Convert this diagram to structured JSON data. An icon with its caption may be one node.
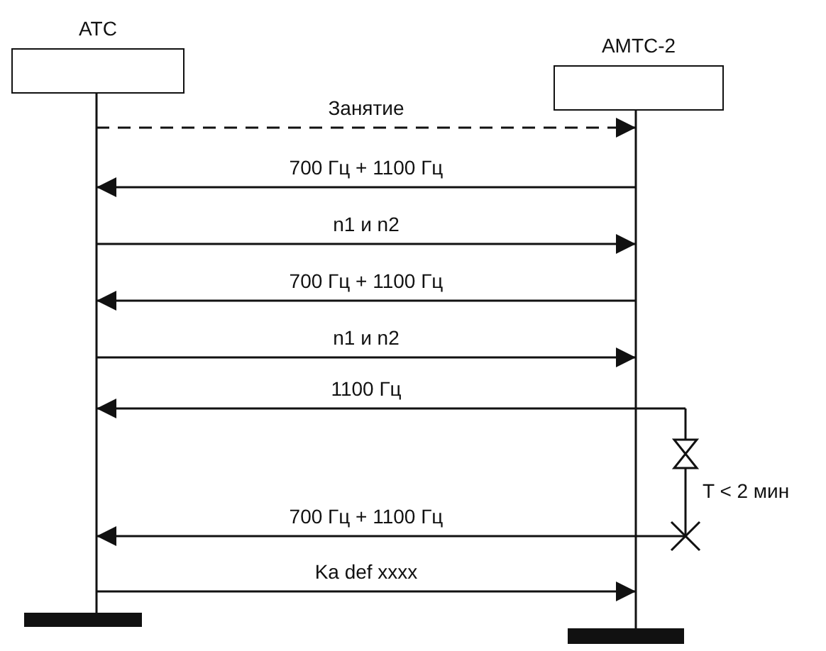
{
  "diagram": {
    "nodes": [
      {
        "text": [
          "АТС"
        ]
      },
      {
        "text": [
          "АМТС-2"
        ]
      }
    ],
    "edges": [
      {
        "from": 0,
        "to": 1,
        "arrow": "to",
        "label": "Занятие",
        "style": "dashed"
      },
      {
        "from": 1,
        "to": 0,
        "arrow": "to",
        "label": "700 Гц + 1100 Гц"
      },
      {
        "from": 0,
        "to": 1,
        "arrow": "to",
        "label": "n1 и n2"
      },
      {
        "from": 1,
        "to": 0,
        "arrow": "to",
        "label": "700 Гц + 1100 Гц"
      },
      {
        "from": 0,
        "to": 1,
        "arrow": "to",
        "label": "n1 и n2"
      },
      {
        "from": 1,
        "to": 0,
        "arrow": "to",
        "label": "1100 Гц"
      },
      {
        "from": 1,
        "to": 0,
        "arrow": "to",
        "label": "700 Гц + 1100 Гц"
      },
      {
        "from": 0,
        "to": 1,
        "arrow": "to",
        "label": "Ka def xxxx"
      }
    ],
    "labels": [
      "T < 2 мин"
    ]
  }
}
